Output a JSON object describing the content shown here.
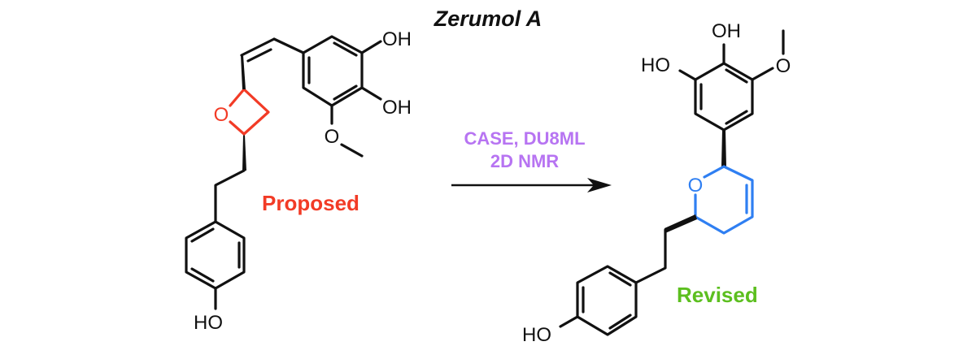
{
  "title": "Zerumol A",
  "reaction": {
    "conditions_line1": "CASE, DU8ML",
    "conditions_line2": "2D NMR"
  },
  "proposed": {
    "label": "Proposed",
    "atoms": {
      "ring_o": "O",
      "oh_top": "OH",
      "oh_mid": "OH",
      "ome_o": "O",
      "ho_bottom": "HO"
    }
  },
  "revised": {
    "label": "Revised",
    "atoms": {
      "oh_top": "OH",
      "ho_left": "HO",
      "ome_o": "O",
      "ring_o": "O",
      "ho_bottom": "HO"
    }
  },
  "colors": {
    "proposed": "#f23b26",
    "revised_ring": "#2f7ff2",
    "revised_label": "#5cbf1f",
    "conditions": "#b774f2"
  }
}
